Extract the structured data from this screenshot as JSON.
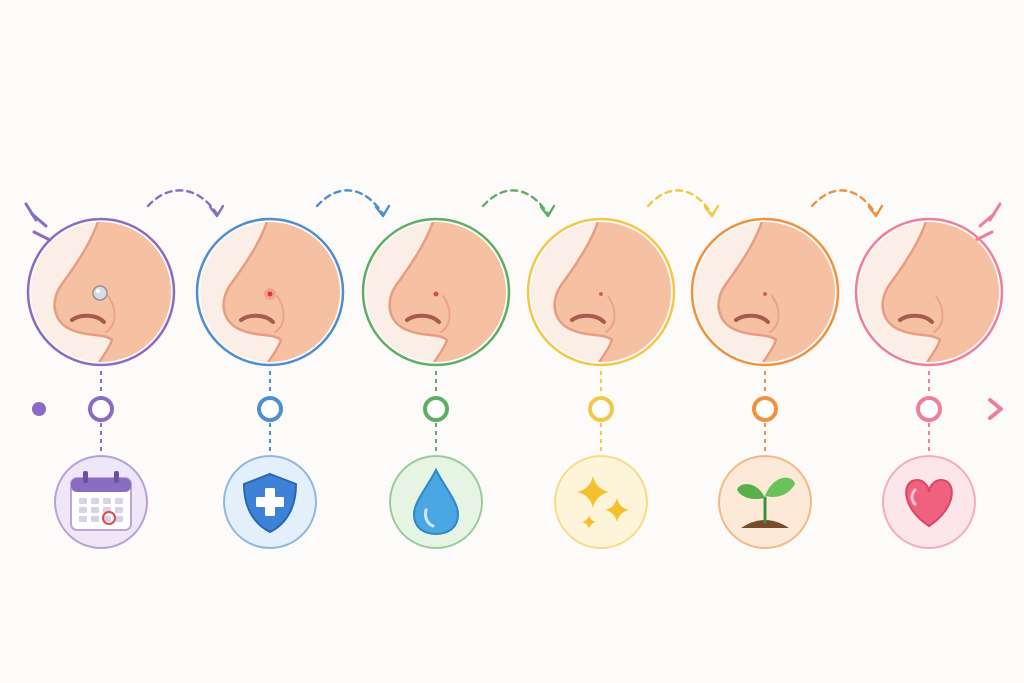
{
  "timeline": {
    "stages": [
      {
        "id": "piercing-day",
        "color": "#8a6cc0",
        "light": "#efe6f8",
        "icon": "calendar-icon",
        "mark": "stud"
      },
      {
        "id": "protect",
        "color": "#4f8fcf",
        "light": "#e3effa",
        "icon": "shield-plus-icon",
        "mark": "red-dot"
      },
      {
        "id": "hydrate",
        "color": "#5fae64",
        "light": "#e6f4e4",
        "icon": "water-drop-icon",
        "mark": "small-dot"
      },
      {
        "id": "sparkle",
        "color": "#f2c84a",
        "light": "#fdf4da",
        "icon": "sparkles-icon",
        "mark": "faint-dot"
      },
      {
        "id": "grow",
        "color": "#ee9240",
        "light": "#fde9d8",
        "icon": "sprout-icon",
        "mark": "faint-dot"
      },
      {
        "id": "love",
        "color": "#ef7e9a",
        "light": "#fde5ec",
        "icon": "heart-icon",
        "mark": "none"
      }
    ],
    "gradient": [
      "#8a6cc0",
      "#4f8fcf",
      "#5fae64",
      "#f2c84a",
      "#ee9240",
      "#ef7e9a"
    ],
    "skin": {
      "base": "#f6c1a2",
      "shade": "#e89c80",
      "nostril": "#a85a4c",
      "bg": "#fbeee6"
    }
  }
}
